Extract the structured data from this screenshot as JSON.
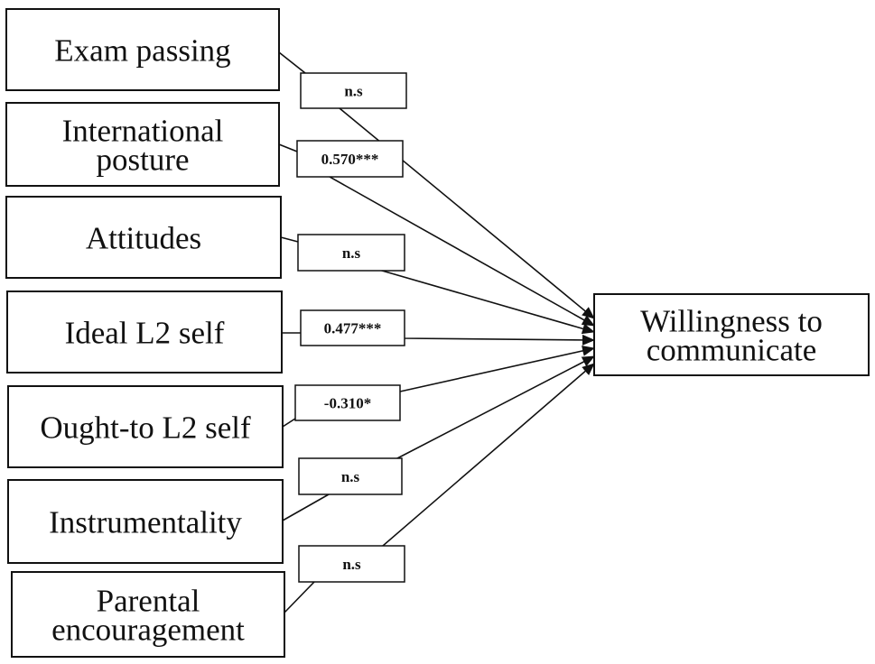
{
  "predictors": [
    {
      "id": "exam-passing",
      "lines": [
        "Exam passing"
      ],
      "coefficient": "n.s"
    },
    {
      "id": "international-posture",
      "lines": [
        "International",
        "posture"
      ],
      "coefficient": "0.570***"
    },
    {
      "id": "attitudes",
      "lines": [
        "Attitudes"
      ],
      "coefficient": "n.s"
    },
    {
      "id": "ideal-l2-self",
      "lines": [
        "Ideal L2 self"
      ],
      "coefficient": "0.477***"
    },
    {
      "id": "ought-to-l2-self",
      "lines": [
        "Ought-to L2 self"
      ],
      "coefficient": "-0.310*"
    },
    {
      "id": "instrumentality",
      "lines": [
        "Instrumentality"
      ],
      "coefficient": "n.s"
    },
    {
      "id": "parental-encouragement",
      "lines": [
        "Parental",
        "encouragement"
      ],
      "coefficient": "n.s"
    }
  ],
  "outcome": {
    "id": "willingness-to-communicate",
    "lines": [
      "Willingness to",
      "communicate"
    ]
  },
  "colors": {
    "stroke": "#111111",
    "background": "#ffffff"
  }
}
